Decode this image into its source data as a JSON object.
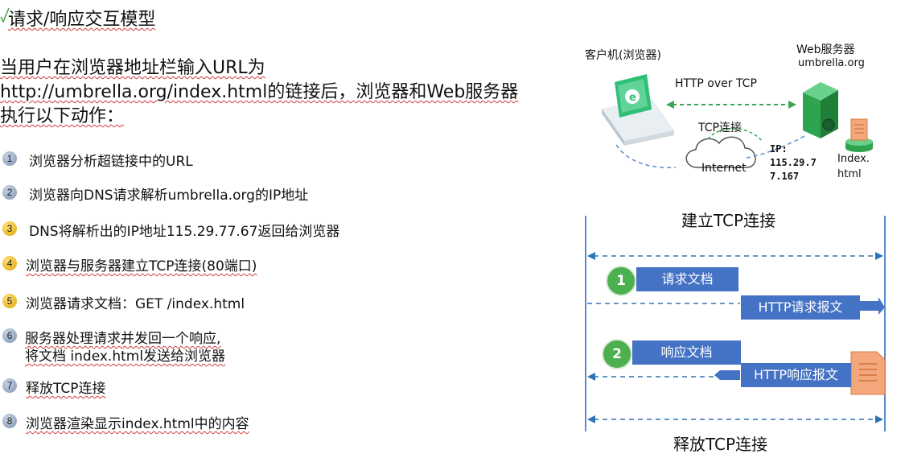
{
  "title": "请求/响应交互模型",
  "intro": {
    "line1": "当用户在浏览器地址栏输入URL为",
    "line2": "http://umbrella.org/index.html的链接后，浏览器和Web服务器",
    "line3": "执行以下动作："
  },
  "steps": [
    {
      "num": "1",
      "text": "浏览器分析超链接中的URL"
    },
    {
      "num": "2",
      "text": "浏览器向DNS请求解析umbrella.org的IP地址"
    },
    {
      "num": "3",
      "text": "DNS将解析出的IP地址115.29.77.67返回给浏览器"
    },
    {
      "num": "4",
      "text": "浏览器与服务器建立TCP连接(80端口)"
    },
    {
      "num": "5",
      "text": "浏览器请求文档：GET /index.html"
    },
    {
      "num": "6",
      "text": "服务器处理请求并发回一个响应,",
      "text2": "将文档 index.html发送给浏览器"
    },
    {
      "num": "7",
      "text": "释放TCP连接"
    },
    {
      "num": "8",
      "text": "浏览器渲染显示index.html中的内容"
    }
  ],
  "diagram": {
    "client_label": "客户机(浏览器)",
    "server_label": "Web服务器",
    "server_host": "umbrella.org",
    "http_over_tcp": "HTTP over TCP",
    "tcp_conn": "TCP连接",
    "internet": "Internet",
    "ip_lines": [
      "IP:",
      "115.29.7",
      "7.167"
    ],
    "file_lines": [
      "Index.",
      "html"
    ],
    "establish": "建立TCP连接",
    "release": "释放TCP连接",
    "seq1_num": "1",
    "seq1_label": "请求文档",
    "http_request": "HTTP请求报文",
    "seq2_num": "2",
    "seq2_label": "响应文档",
    "http_response": "HTTP响应报文"
  },
  "colors": {
    "dashed_blue": "#2e74b5",
    "box_blue": "#4472c4",
    "green": "#4caf50",
    "server_green": "#2fa44f",
    "doc_orange": "#f4a77a"
  }
}
